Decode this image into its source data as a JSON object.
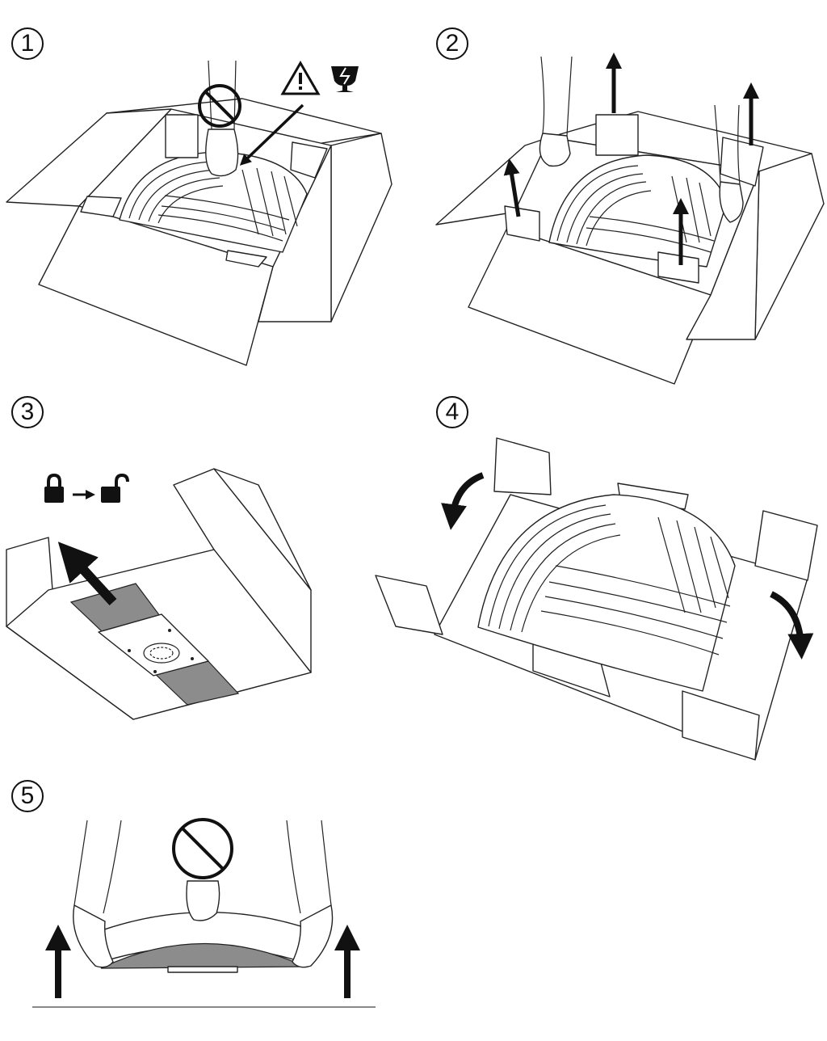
{
  "steps": [
    {
      "number": "1",
      "icons": [
        "no-touch-icon",
        "warning-icon",
        "fragile-icon"
      ]
    },
    {
      "number": "2",
      "icons": [
        "lift-arrow-icon"
      ]
    },
    {
      "number": "3",
      "icons": [
        "lock-icon",
        "arrow-right-icon",
        "unlock-icon"
      ]
    },
    {
      "number": "4",
      "icons": [
        "rotate-arrow-icon"
      ]
    },
    {
      "number": "5",
      "icons": [
        "no-touch-icon",
        "lift-arrow-icon"
      ]
    }
  ],
  "colors": {
    "line": "#222222",
    "fill_grey": "#8c8c8c",
    "arrow": "#111111",
    "background": "#ffffff"
  }
}
